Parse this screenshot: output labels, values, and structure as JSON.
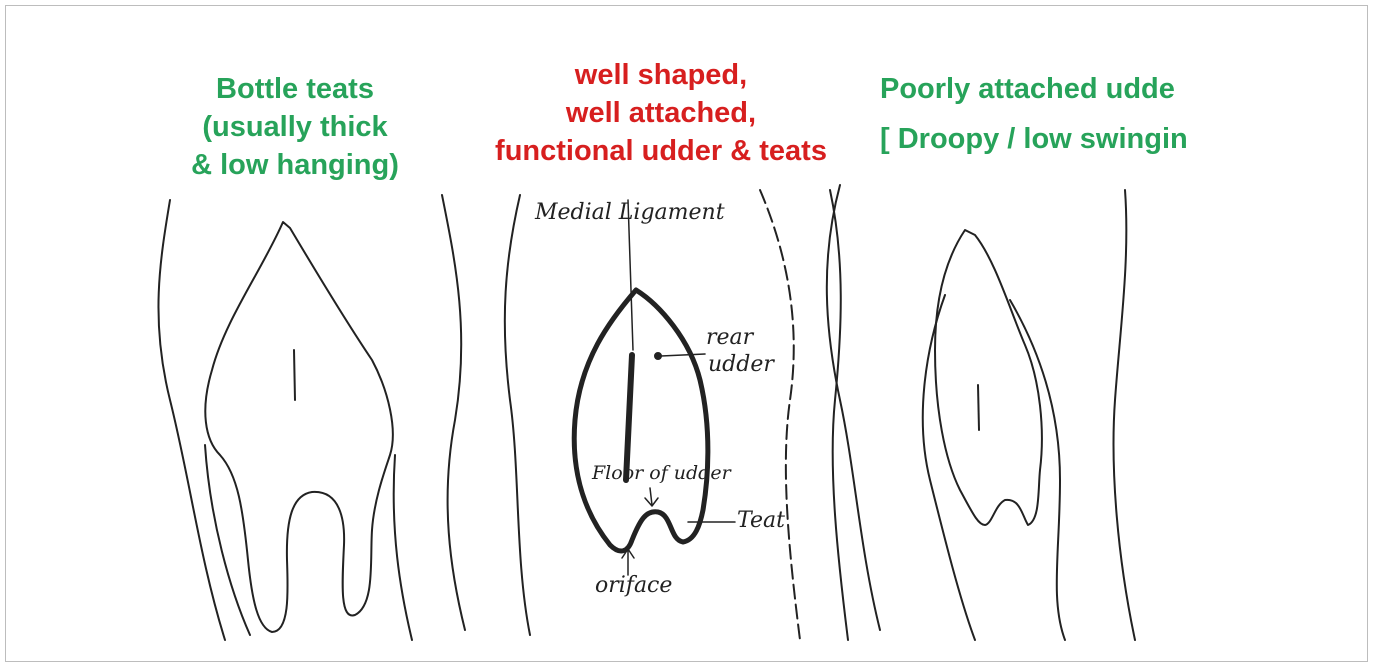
{
  "panels": {
    "left": {
      "lines": [
        "Bottle teats",
        "(usually thick",
        "& low hanging)"
      ],
      "color": "#27a35a"
    },
    "middle": {
      "lines": [
        "well shaped,",
        "well attached,",
        "functional udder & teats"
      ],
      "color": "#d71f1f",
      "labels": {
        "medial_ligament": "Medial Ligament",
        "rear_udder_1": "rear",
        "rear_udder_2": "udder",
        "floor_of_udder": "Floor of udder",
        "teat": "Teat",
        "oriface": "oriface"
      }
    },
    "right": {
      "lines": [
        "Poorly attached udde",
        "[ Droopy / low swingin"
      ],
      "color": "#27a35a"
    }
  }
}
